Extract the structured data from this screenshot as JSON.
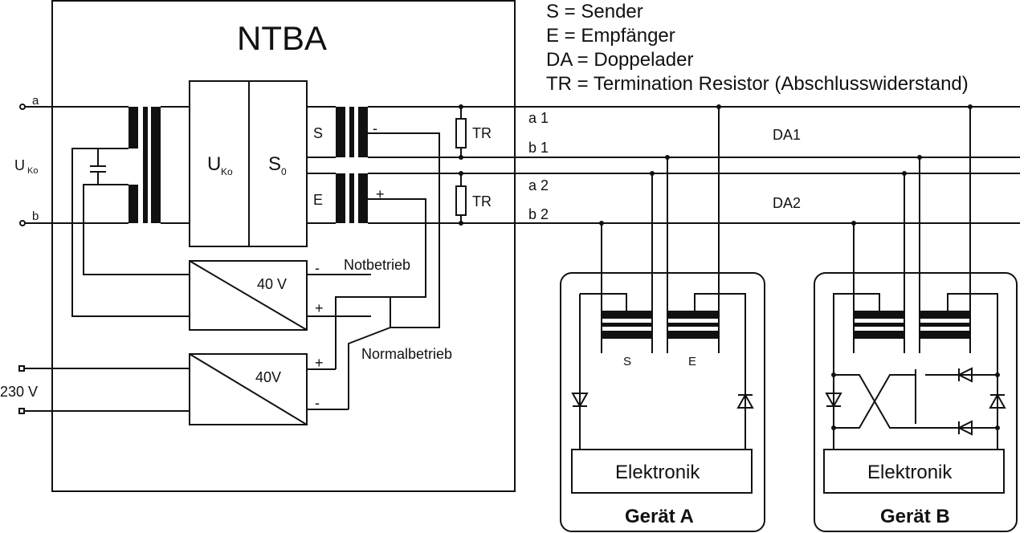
{
  "legend": [
    "S   = Sender",
    "E   = Empfänger",
    "DA = Doppelader",
    "TR = Termination Resistor (Abschlusswiderstand)"
  ],
  "ntba": {
    "title": "NTBA",
    "terminal_a": "a",
    "terminal_b": "b",
    "uko_left_main": "U",
    "uko_left_sub": "Ko",
    "uko_box_main": "U",
    "uko_box_sub": "Ko",
    "s0_main": "S",
    "s0_sub": "0",
    "s_label": "S",
    "e_label": "E",
    "tr1": "TR",
    "tr2": "TR",
    "minus_top": "-",
    "plus_top": "+",
    "conv1_voltage": "40 V",
    "conv1_minus": "-",
    "conv1_plus": "+",
    "conv2_voltage": "40V",
    "conv2_plus": "+",
    "conv2_minus": "-",
    "notbetrieb": "Notbetrieb",
    "normalbetrieb": "Normalbetrieb",
    "mains": "230 V"
  },
  "bus": {
    "a1": "a 1",
    "b1": "b 1",
    "a2": "a 2",
    "b2": "b 2",
    "da1": "DA1",
    "da2": "DA2"
  },
  "device_a": {
    "title": "Gerät A",
    "electronics": "Elektronik",
    "s_label": "S",
    "e_label": "E"
  },
  "device_b": {
    "title": "Gerät B",
    "electronics": "Elektronik"
  }
}
